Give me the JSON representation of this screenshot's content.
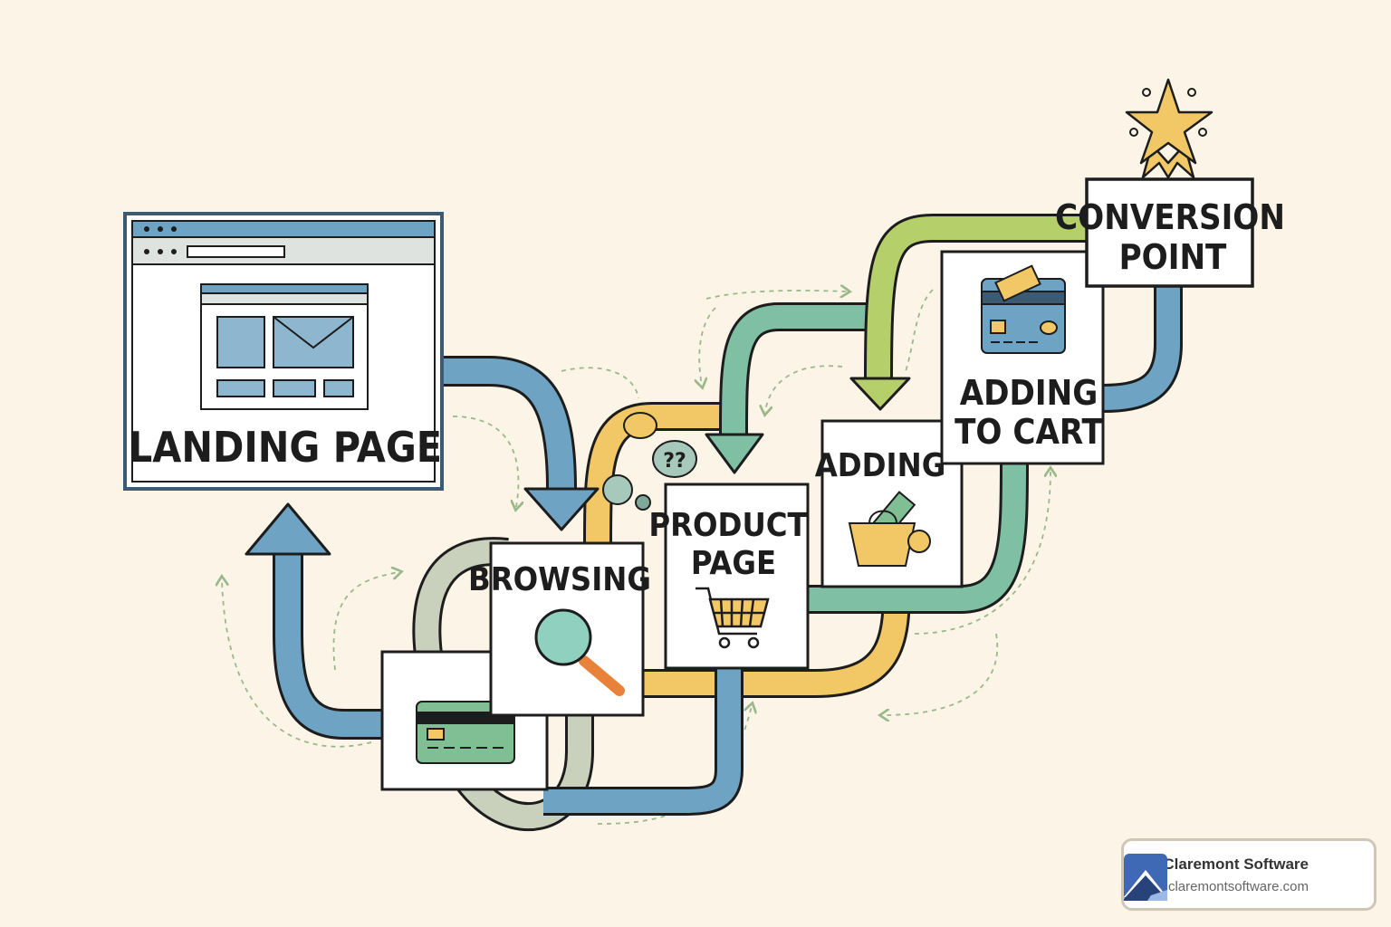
{
  "stages": {
    "landing": "LANDING PAGE",
    "browsing": "BROWSING",
    "product_line1": "PRODUCT",
    "product_line2": "PAGE",
    "adding": "ADDING",
    "adding_cart_line1": "ADDING",
    "adding_cart_line2": "TO CART",
    "conversion_line1": "CONVERSION",
    "conversion_line2": "POINT"
  },
  "icons": [
    "browser-window-icon",
    "magnifier-icon",
    "shopping-cart-icon",
    "basket-icon",
    "credit-card-icon",
    "star-icon",
    "question-bubble-icon"
  ],
  "colors": {
    "blue": "#6fa3c4",
    "teal": "#7fbfa3",
    "green": "#b5cf6a",
    "yellow": "#f1c865",
    "gray": "#c9d1bd",
    "outline": "#1d1d1d",
    "background": "#fcf5e7"
  },
  "brand": {
    "name": "Claremont Software",
    "url": "claremontsoftware.com"
  }
}
